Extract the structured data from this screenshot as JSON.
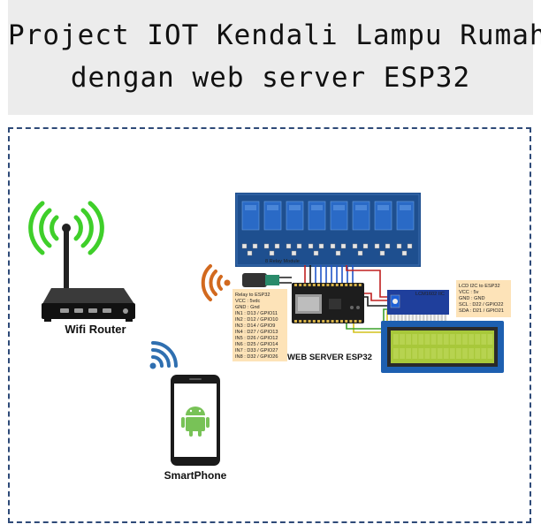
{
  "title": {
    "line1": "Project IOT Kendali Lampu Rumah",
    "line2": "dengan web server ESP32"
  },
  "router": {
    "label": "Wifi Router",
    "icon": "wifi-router-icon"
  },
  "phone": {
    "label": "SmartPhone",
    "icon": "android-phone-icon"
  },
  "esp32": {
    "label": "WEB SERVER ESP32"
  },
  "relay": {
    "board_label": "8 Relay Module",
    "channels": 8
  },
  "relay_note": [
    "Relay to ESP32",
    "VCC : 5vdc",
    "GND : Gnd",
    "IN1  : D13 / GPIO11",
    "IN2  : D12 / GPIO10",
    "IN3  : D14 / GPIO9",
    "IN4  : D27 / GPIO13",
    "IN5  : D26 / GPIO12",
    "IN6  : D25 / GPIO14",
    "IN7  : D33 / GPIO27",
    "IN8  : D32 / GPIO26"
  ],
  "lcd_note": [
    "LCD I2C to ESP32",
    "VCC : 5v",
    "GND : GND",
    "SCL   : D22 / GPIO22",
    "SDA   : D21 / GPIO21"
  ],
  "i2c_label": "LCM1602 IIC",
  "colors": {
    "header_bg": "#ececec",
    "frame": "#2e4a78",
    "wifi_green": "#3fcf2a",
    "wifi_blue": "#2f6fb0",
    "wifi_orange": "#d2691e",
    "relay_blue": "#1e4f8f",
    "lcd_green": "#a8c83a",
    "note_bg": "#fde3b8"
  }
}
